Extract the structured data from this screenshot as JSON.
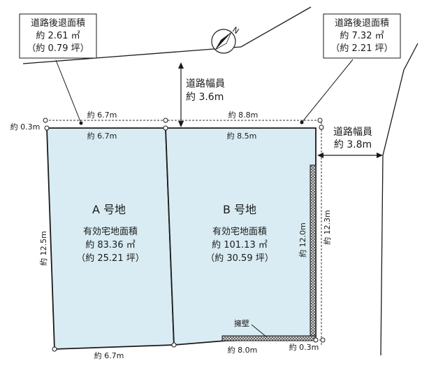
{
  "setback_left": {
    "title": "道路後退面積",
    "area_m2": "約 2.61 ㎡",
    "area_tsubo": "（約 0.79 坪）"
  },
  "setback_right": {
    "title": "道路後退面積",
    "area_m2": "約 7.32 ㎡",
    "area_tsubo": "（約 2.21 坪）"
  },
  "road_top": {
    "label": "道路幅員",
    "width": "約 3.6m"
  },
  "road_right": {
    "label": "道路幅員",
    "width": "約 3.8m"
  },
  "dimensions": {
    "top_a_outer": "約 6.7m",
    "top_b_outer": "約 8.8m",
    "top_a_inner": "約 6.7m",
    "top_b_inner": "約 8.5m",
    "setback_depth_left": "約 0.3m",
    "a_left": "約 12.5m",
    "a_bottom": "約 6.7m",
    "b_right_inner": "約 12.0m",
    "b_right_outer": "約 12.3m",
    "b_bottom": "約 8.0m",
    "b_bottom_right": "約 0.3m"
  },
  "lot_a": {
    "name": "A 号地",
    "area_label": "有効宅地面積",
    "area_m2": "約 83.36 ㎡",
    "area_tsubo": "（約 25.21 坪）"
  },
  "lot_b": {
    "name": "B 号地",
    "area_label": "有効宅地面積",
    "area_m2": "約 101.13 ㎡",
    "area_tsubo": "（約 30.59 坪）"
  },
  "retaining_wall": "擁壁",
  "compass": {
    "north_letter": "N"
  },
  "colors": {
    "lot_fill": "#d9ecf3",
    "line": "#1a1a1a",
    "wall_hatch": "#555555"
  }
}
